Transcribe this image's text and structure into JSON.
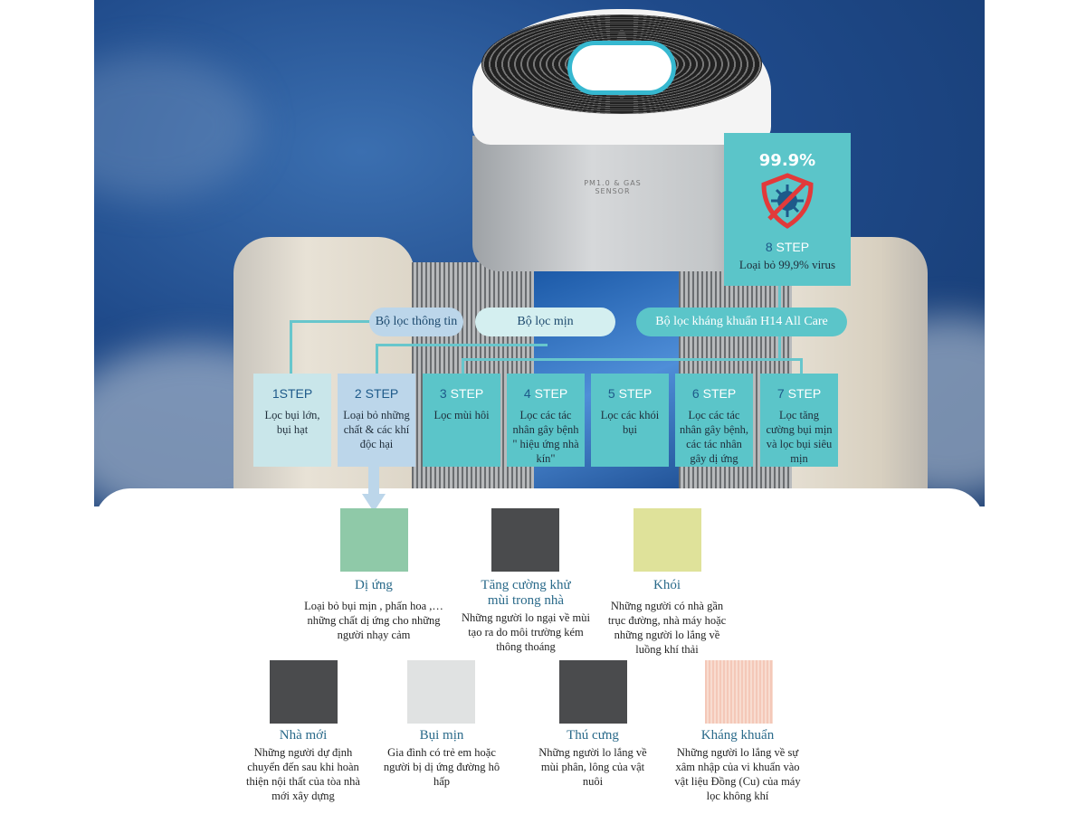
{
  "device": {
    "sensor_label": "PM1.0 & GAS SENSOR"
  },
  "groups": [
    {
      "label": "Bộ lọc thông tin"
    },
    {
      "label": "Bộ lọc mịn"
    },
    {
      "label": "Bộ lọc kháng khuẩn H14 All Care"
    }
  ],
  "steps": [
    {
      "num": "1",
      "word": "STEP",
      "text": "Lọc bụi lớn, bụi hạt"
    },
    {
      "num": "2",
      "word": "STEP",
      "text": "Loại bỏ những chất & các khí độc hại"
    },
    {
      "num": "3",
      "word": "STEP",
      "text": "Lọc mùi hôi"
    },
    {
      "num": "4",
      "word": "STEP",
      "text": "Lọc các tác nhân gây bệnh \" hiệu ứng nhà kín\""
    },
    {
      "num": "5",
      "word": "STEP",
      "text": "Lọc các khói bụi"
    },
    {
      "num": "6",
      "word": "STEP",
      "text": "Lọc các tác nhân gây bệnh, các tác nhân gây dị ứng"
    },
    {
      "num": "7",
      "word": "STEP",
      "text": "Lọc tăng cường bụi mịn và lọc bụi siêu mịn"
    }
  ],
  "badge": {
    "percent": "99.9%",
    "icon": "virus-blocked-shield-icon",
    "num": "8",
    "word": "STEP",
    "text": "Loại bỏ 99,9% virus"
  },
  "categories": [
    {
      "title": "Dị ứng",
      "desc": "Loại bỏ bụi mịn , phấn hoa ,… những chất dị ứng cho những người nhạy cảm",
      "color": "#8fc9a8"
    },
    {
      "title": "Tăng cường khử mùi trong nhà",
      "desc": "Những người lo ngại về mùi tạo ra do môi trường kém thông thoáng",
      "color": "#4a4b4d"
    },
    {
      "title": "Khói",
      "desc": "Những người có nhà gần trục đường, nhà máy hoặc những người lo lắng về luồng khí thải",
      "color": "#dfe29a"
    },
    {
      "title": "Nhà mới",
      "desc": "Những người dự định chuyển đến sau khi hoàn thiện nội thất của tòa nhà mới xây dựng",
      "color": "#4a4b4d"
    },
    {
      "title": "Bụi mịn",
      "desc": "Gia đình có trẻ em hoặc người bị dị ứng đường hô hấp",
      "color": "#e0e2e2"
    },
    {
      "title": "Thú cưng",
      "desc": "Những người lo lắng về mùi phân, lông của vật nuôi",
      "color": "#4a4b4d"
    },
    {
      "title": "Kháng khuẩn",
      "desc": "Những người lo lắng về sự xâm nhập của vi khuẩn vào vật liệu Đồng (Cu) của máy lọc không khí",
      "color": "#f4c8b8"
    }
  ],
  "colors": {
    "teal": "#5bc5c9",
    "light_blue": "#bcd6ea",
    "pale_teal": "#d4eff0",
    "text_blue": "#1e5a8a"
  }
}
